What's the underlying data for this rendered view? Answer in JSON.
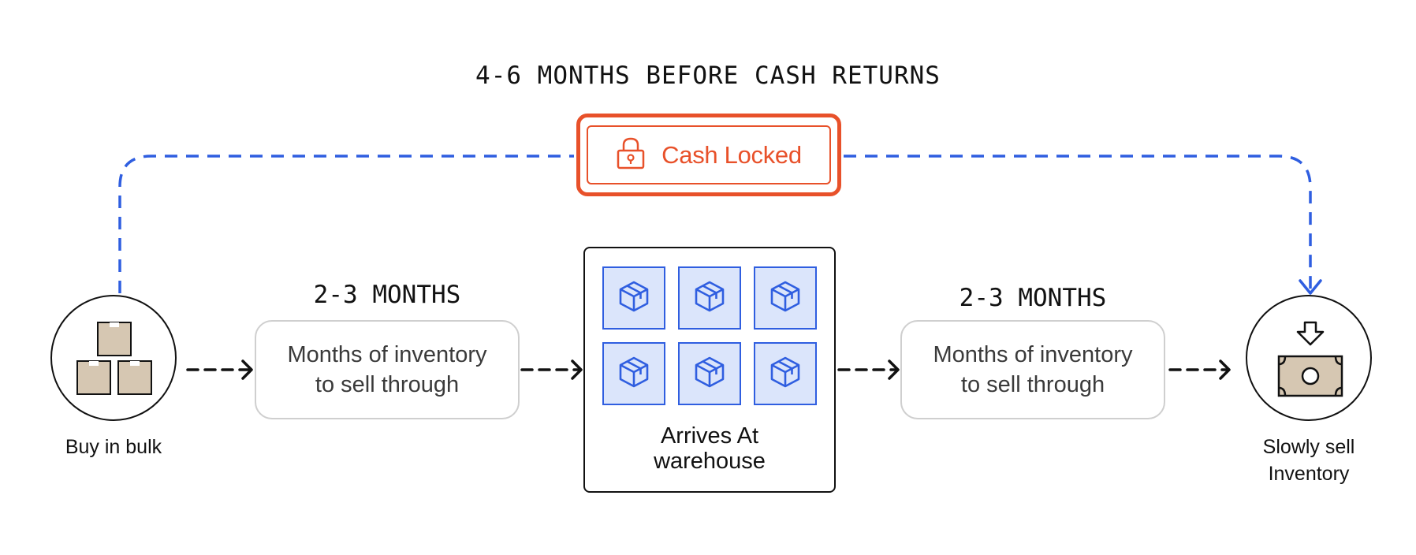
{
  "title": "4-6 MONTHS BEFORE CASH RETURNS",
  "cash_locked": {
    "label": "Cash Locked",
    "icon": "lock-icon",
    "color": "#e8512a"
  },
  "nodes": {
    "buy": {
      "label": "Buy in bulk",
      "icon": "boxes-icon"
    },
    "sell": {
      "label_line1": "Slowly sell",
      "label_line2": "Inventory",
      "icon": "cash-deposit-icon"
    }
  },
  "steps": [
    {
      "phase": "2-3 MONTHS",
      "line1": "Months of inventory",
      "line2": "to sell through"
    },
    {
      "phase": "2-3 MONTHS",
      "line1": "Months of inventory",
      "line2": "to sell through"
    }
  ],
  "warehouse": {
    "line1": "Arrives At",
    "line2": "warehouse",
    "crate_count": 6,
    "icon": "package-icon"
  },
  "colors": {
    "accent_blue": "#2f5ee0",
    "box_fill": "#d6c7b2",
    "crate_fill": "#dbe5fb"
  }
}
